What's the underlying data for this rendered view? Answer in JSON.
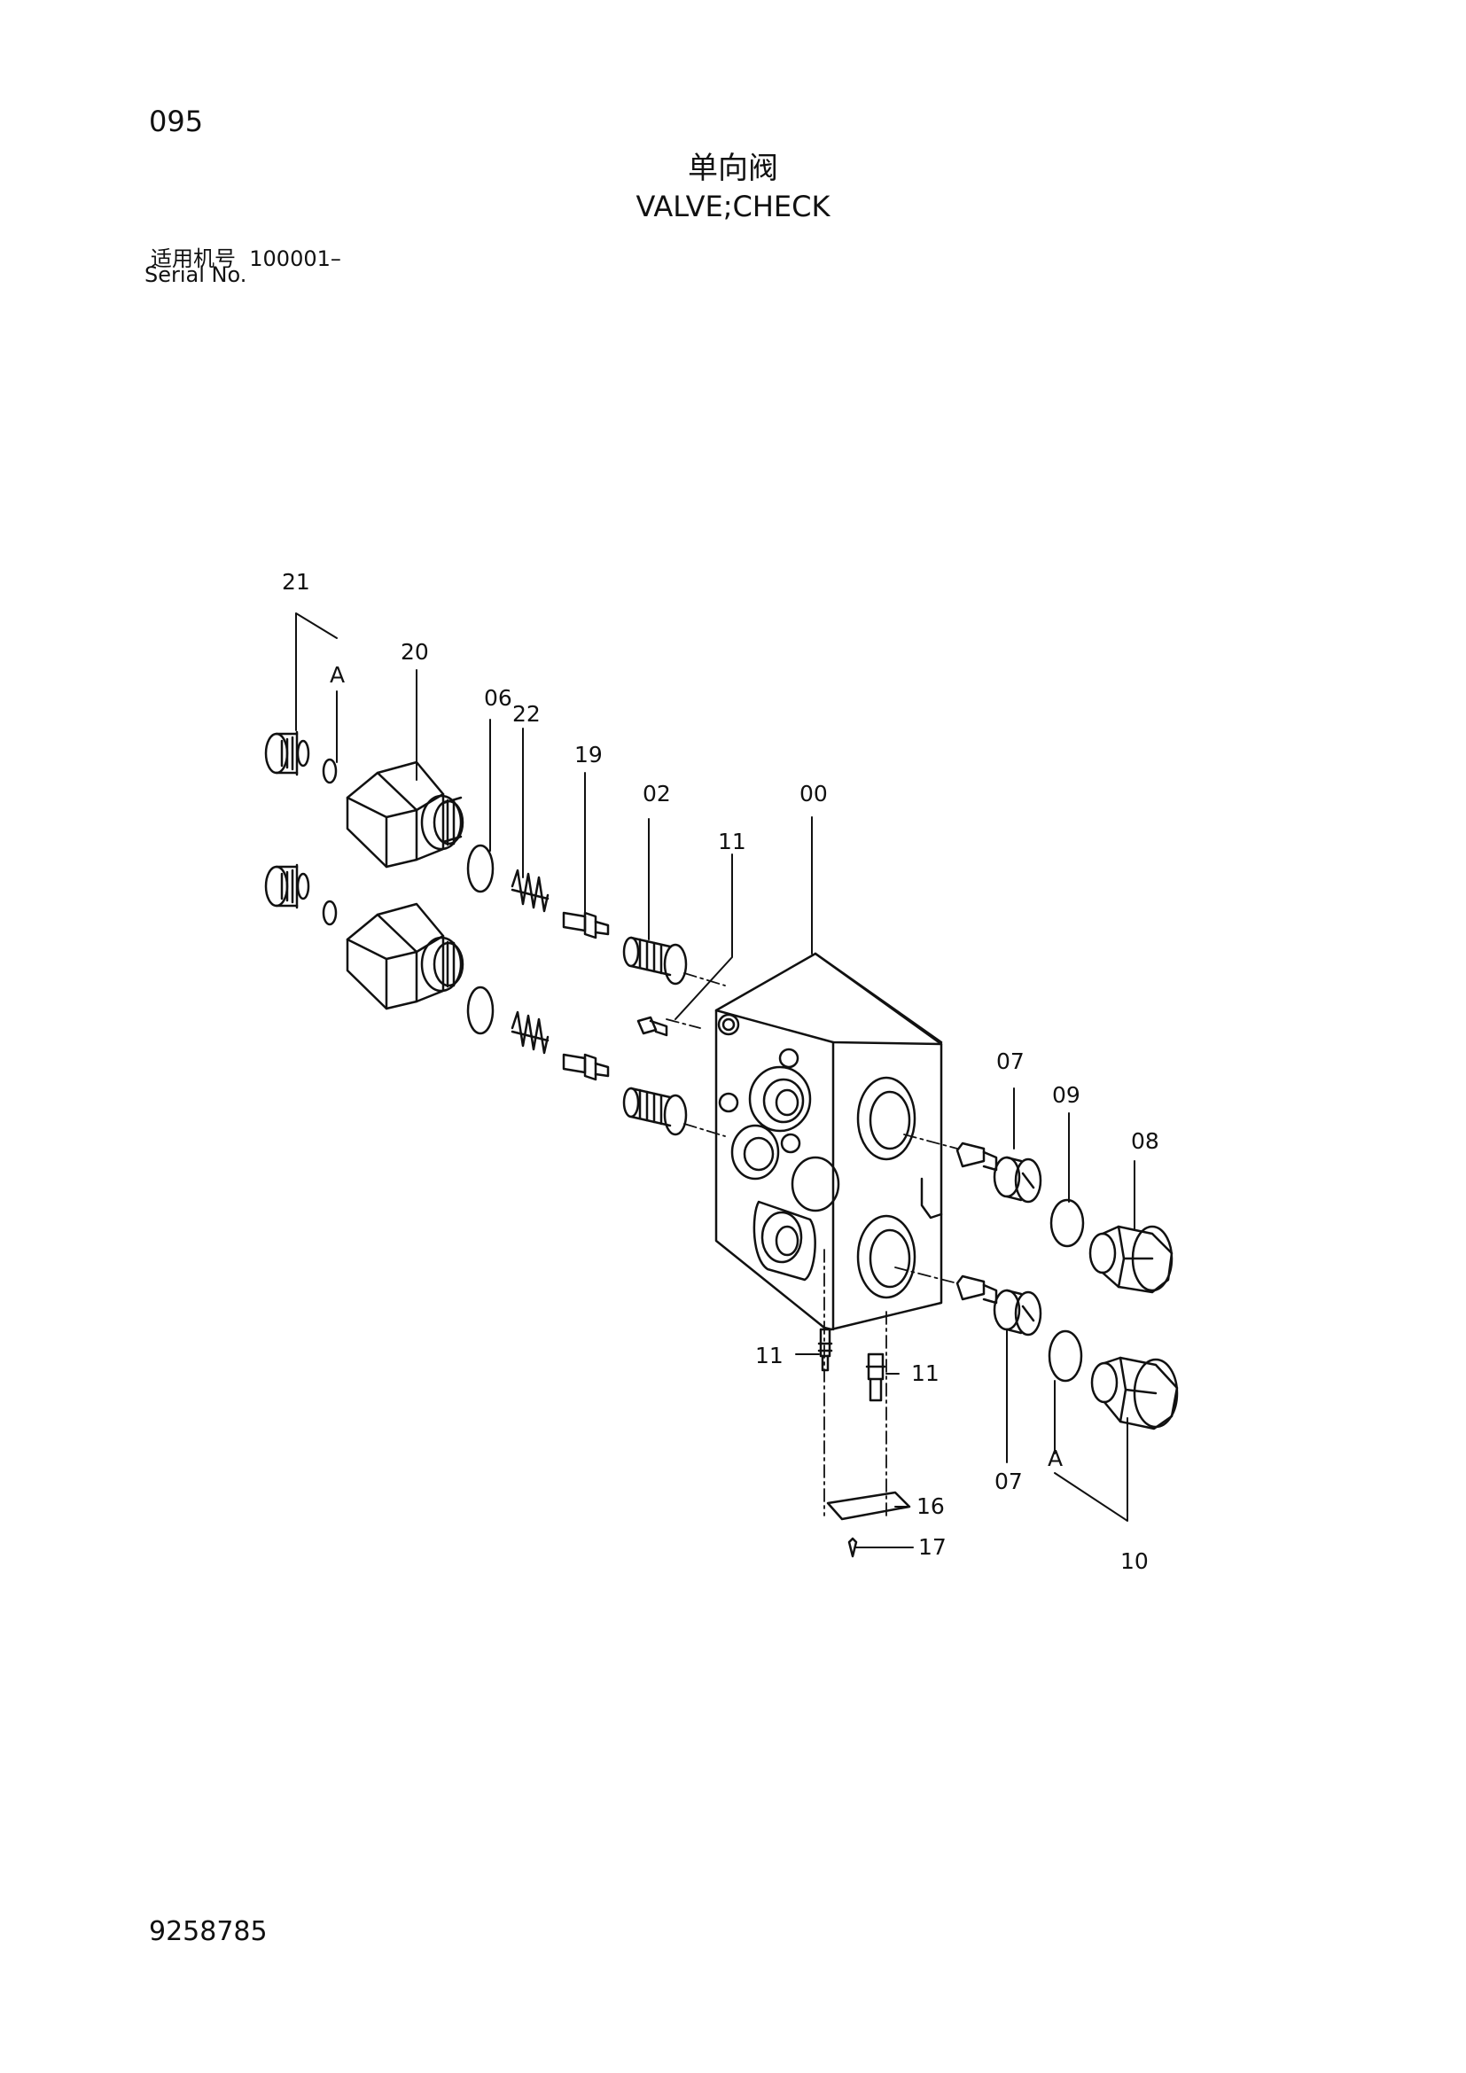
{
  "header": {
    "page_number": "095",
    "title_cn": "单向阀",
    "title_en": "VALVE;CHECK",
    "serial_label_cn": "适用机号",
    "serial_range": "100001–",
    "serial_label_en": "Serial No."
  },
  "footer": {
    "drawing_number": "9258785"
  },
  "callouts": {
    "c21": "21",
    "cA_top": "A",
    "c20": "20",
    "c06": "06",
    "c22": "22",
    "c19": "19",
    "c02": "02",
    "c00": "00",
    "c11_top": "11",
    "c07_top": "07",
    "c09": "09",
    "c08": "08",
    "c11_left": "11",
    "c11_right": "11",
    "c07_bottom": "07",
    "cA_bottom": "A",
    "c16": "16",
    "c17": "17",
    "c10": "10"
  }
}
